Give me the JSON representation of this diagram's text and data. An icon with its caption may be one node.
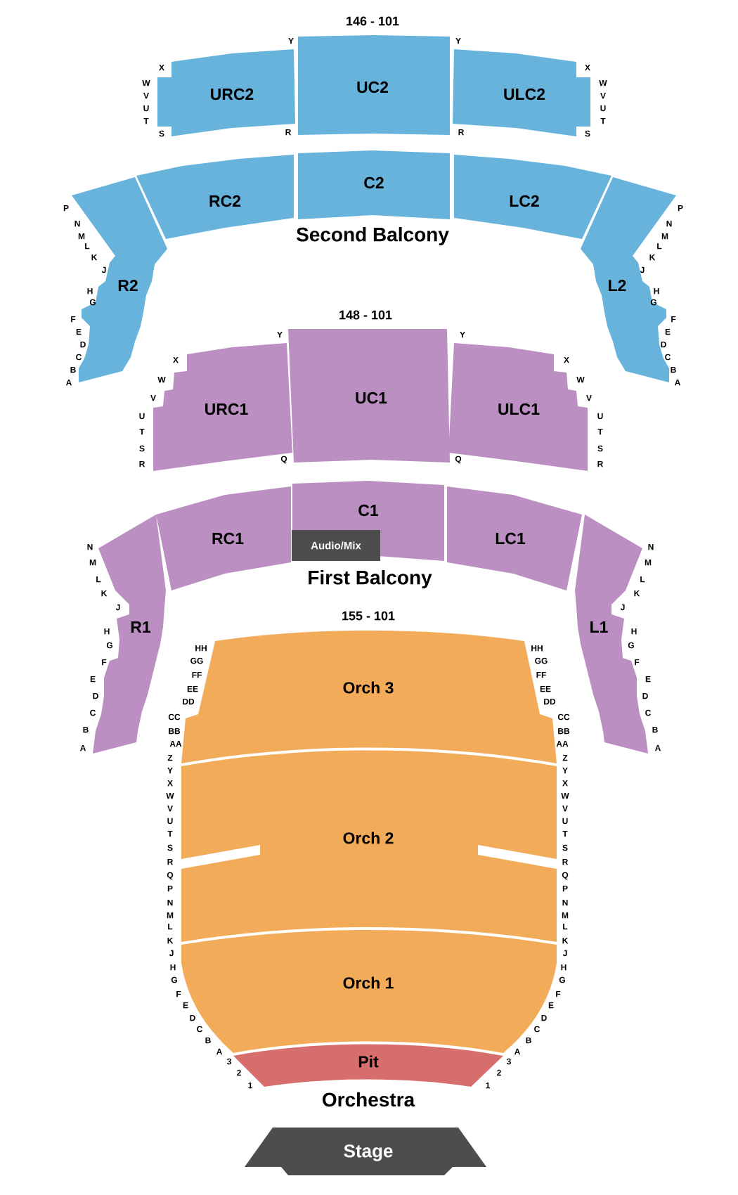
{
  "diagram": {
    "nodes": [
      {
        "text": [
          "URC2"
        ],
        "beside": [
          "Y",
          "X",
          "W",
          "V",
          "U",
          "T",
          "S",
          "R"
        ]
      },
      {
        "text": [
          "UC2"
        ],
        "beside": [
          "146 - 101"
        ]
      },
      {
        "text": [
          "ULC2"
        ],
        "beside": [
          "Y",
          "X",
          "W",
          "V",
          "U",
          "T",
          "S",
          "R"
        ]
      },
      {
        "text": [
          "RC2"
        ]
      },
      {
        "text": [
          "C2"
        ]
      },
      {
        "text": [
          "LC2"
        ]
      },
      {
        "text": [
          "R2"
        ],
        "beside": [
          "P",
          "N",
          "M",
          "L",
          "K",
          "J",
          "H",
          "G",
          "F",
          "E",
          "D",
          "C",
          "B",
          "A"
        ]
      },
      {
        "text": [
          "L2"
        ],
        "beside": [
          "P",
          "N",
          "M",
          "L",
          "K",
          "J",
          "H",
          "G",
          "F",
          "E",
          "D",
          "C",
          "B",
          "A"
        ]
      },
      {
        "text": [
          "URC1"
        ],
        "beside": [
          "Y",
          "X",
          "W",
          "V",
          "U",
          "T",
          "S",
          "R",
          "Q"
        ]
      },
      {
        "text": [
          "UC1"
        ],
        "beside": [
          "148 - 101"
        ]
      },
      {
        "text": [
          "ULC1"
        ],
        "beside": [
          "Y",
          "X",
          "W",
          "V",
          "U",
          "T",
          "S",
          "R",
          "Q"
        ]
      },
      {
        "text": [
          "RC1"
        ]
      },
      {
        "text": [
          "C1"
        ]
      },
      {
        "text": [
          "Audio/Mix"
        ],
        "in": 12
      },
      {
        "text": [
          "LC1"
        ]
      },
      {
        "text": [
          "R1"
        ],
        "beside": [
          "N",
          "M",
          "L",
          "K",
          "J",
          "H",
          "G",
          "F",
          "E",
          "D",
          "C",
          "B",
          "A"
        ]
      },
      {
        "text": [
          "L1"
        ],
        "beside": [
          "N",
          "M",
          "L",
          "K",
          "J",
          "H",
          "G",
          "F",
          "E",
          "D",
          "C",
          "B",
          "A"
        ]
      },
      {
        "text": [
          "Orch 3"
        ],
        "beside": [
          "155 - 101",
          "HH",
          "GG",
          "FF",
          "EE",
          "DD",
          "CC",
          "BB",
          "AA",
          "HH",
          "GG",
          "FF",
          "EE",
          "DD",
          "CC",
          "BB",
          "AA"
        ]
      },
      {
        "text": [
          "Orch 2"
        ],
        "beside": [
          "Z",
          "Y",
          "X",
          "W",
          "V",
          "U",
          "T",
          "S",
          "R",
          "Q",
          "P",
          "N",
          "M",
          "L",
          "K",
          "Z",
          "Y",
          "X",
          "W",
          "V",
          "U",
          "T",
          "S",
          "R",
          "Q",
          "P",
          "N",
          "M",
          "L",
          "K"
        ]
      },
      {
        "text": [
          "Orch 1"
        ],
        "beside": [
          "J",
          "H",
          "G",
          "F",
          "E",
          "D",
          "C",
          "B",
          "A",
          "J",
          "H",
          "G",
          "F",
          "E",
          "D",
          "C",
          "B",
          "A"
        ]
      },
      {
        "text": [
          "Pit"
        ],
        "beside": [
          "3",
          "2",
          "1",
          "3",
          "2",
          "1"
        ]
      },
      {
        "text": [
          "Stage"
        ]
      }
    ],
    "labels": [
      "Second Balcony",
      "First Balcony",
      "Orchestra"
    ]
  }
}
